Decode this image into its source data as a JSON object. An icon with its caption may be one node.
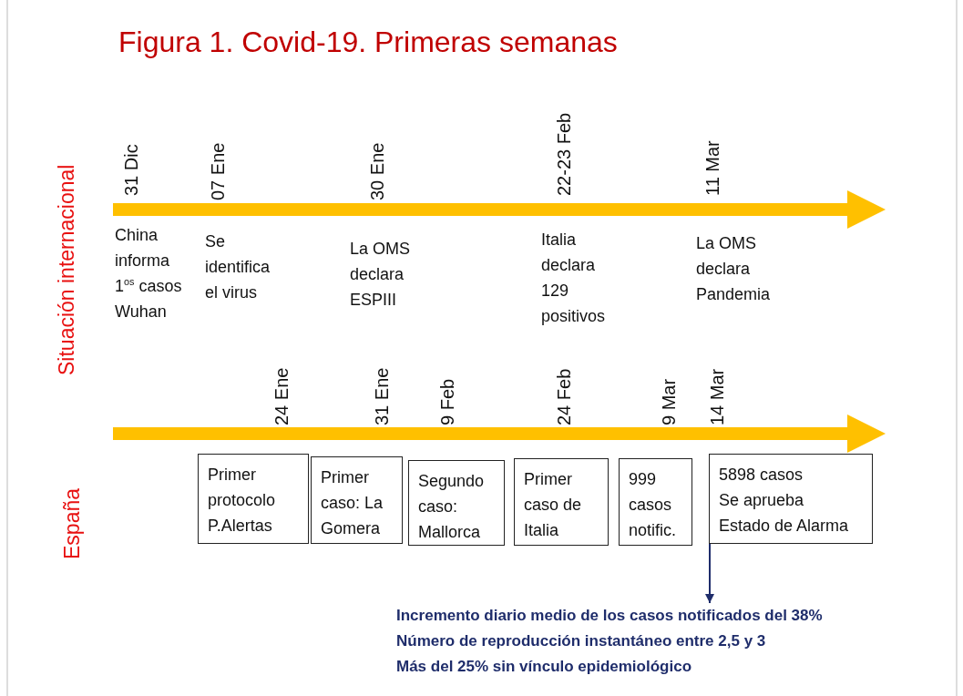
{
  "diagram": {
    "title": "Figura 1. Covid-19. Primeras semanas",
    "nodes": [
      {
        "text": [
          "Primer protocolo P.Alertas"
        ]
      },
      {
        "text": [
          "Primer caso: La Gomera"
        ]
      },
      {
        "text": [
          "Segundo caso: Mallorca"
        ]
      },
      {
        "text": [
          "Primer caso de Italia"
        ]
      },
      {
        "text": [
          "999 casos notific."
        ]
      },
      {
        "text": [
          "5898 casos",
          "Se aprueba",
          "Estado de Alarma"
        ]
      },
      {
        "text": [
          "Incremento diario medio de los casos notificados del 38%",
          "Número de reproducción instantáneo entre 2,5 y 3",
          "Más del 25% sin vínculo epidemiológico"
        ]
      }
    ],
    "edges": [
      {
        "from": 5,
        "to": 6,
        "arrow": "to",
        "color": "#1f2d6b"
      }
    ],
    "labels": [
      "31 Dic",
      "07 Ene",
      "30 Ene",
      "22-23 Feb",
      "11 Mar",
      "China informa 1$^{os}$ casos Wuhan",
      "Se identifica el virus",
      "La OMS declara ESPIII",
      "Italia declara 129 positivos",
      "La OMS declara Pandemia",
      "Situación internacional",
      "24 Ene",
      "31 Ene",
      "9 Feb",
      "24 Feb",
      "9 Mar",
      "14 Mar",
      "España"
    ]
  }
}
